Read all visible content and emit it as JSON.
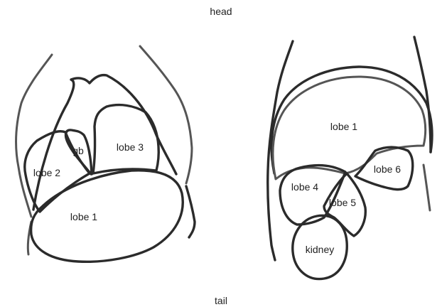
{
  "orientation": {
    "head": "head",
    "tail": "tail"
  },
  "left_view": {
    "labels": {
      "gallbladder": "gb",
      "lobe2": "lobe 2",
      "lobe3": "lobe 3",
      "lobe1": "lobe 1"
    }
  },
  "right_view": {
    "labels": {
      "lobe1": "lobe 1",
      "lobe6": "lobe 6",
      "lobe4": "lobe 4",
      "lobe5": "lobe 5",
      "kidney": "kidney"
    }
  }
}
